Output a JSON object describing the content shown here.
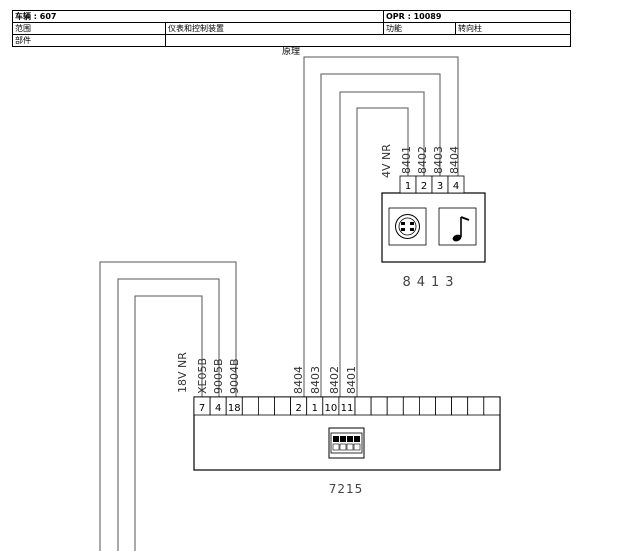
{
  "header": {
    "vehicle": "车辆 : 607",
    "opr": "OPR : 10089",
    "range_label": "范围",
    "range_value": "仪表和控制装置",
    "function_label": "功能",
    "function_value": "转向柱",
    "part_label": "部件"
  },
  "diagram": {
    "caption": "原理",
    "switch_unit": {
      "code": "8413",
      "wire_label": "4V NR",
      "wires": [
        "8401",
        "8402",
        "8403",
        "8404"
      ],
      "pins": [
        "1",
        "2",
        "3",
        "4"
      ],
      "icons": [
        "connector-socket-icon",
        "music-note-icon"
      ]
    },
    "module": {
      "code": "7215",
      "left_wire_label": "18V NR",
      "left_wires": [
        "XE05B",
        "9005B",
        "9004B"
      ],
      "left_pins": [
        "7",
        "4",
        "18"
      ],
      "mid_wires": [
        "8404",
        "8403",
        "8402",
        "8401"
      ],
      "mid_pins": [
        "2",
        "1",
        "10",
        "11"
      ],
      "icons": [
        "dip-switch-icon"
      ]
    }
  }
}
